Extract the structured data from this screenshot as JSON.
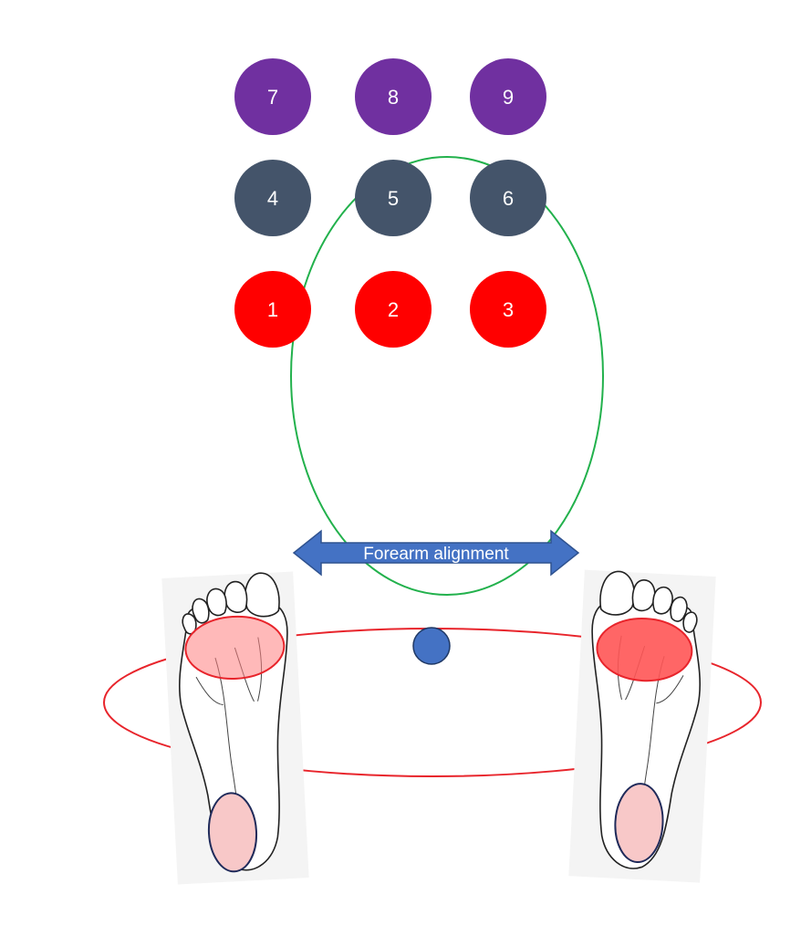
{
  "grid": {
    "rows": [
      {
        "color": "#7030a0",
        "labels": [
          "7",
          "8",
          "9"
        ]
      },
      {
        "color": "#44546a",
        "labels": [
          "4",
          "5",
          "6"
        ]
      },
      {
        "color": "#ff0000",
        "labels": [
          "1",
          "2",
          "3"
        ]
      }
    ]
  },
  "arrow": {
    "label": "Forearm alignment",
    "color": "#4472c4"
  },
  "colors": {
    "green_ellipse": "#22b14c",
    "red_ellipse": "#e8242b",
    "center_dot": "#4472c4",
    "pressure_light": "#f4a6a6",
    "pressure_strong": "#ff5555"
  },
  "icons": {
    "left_foot": "left-foot-sole-icon",
    "right_foot": "right-foot-sole-icon"
  }
}
